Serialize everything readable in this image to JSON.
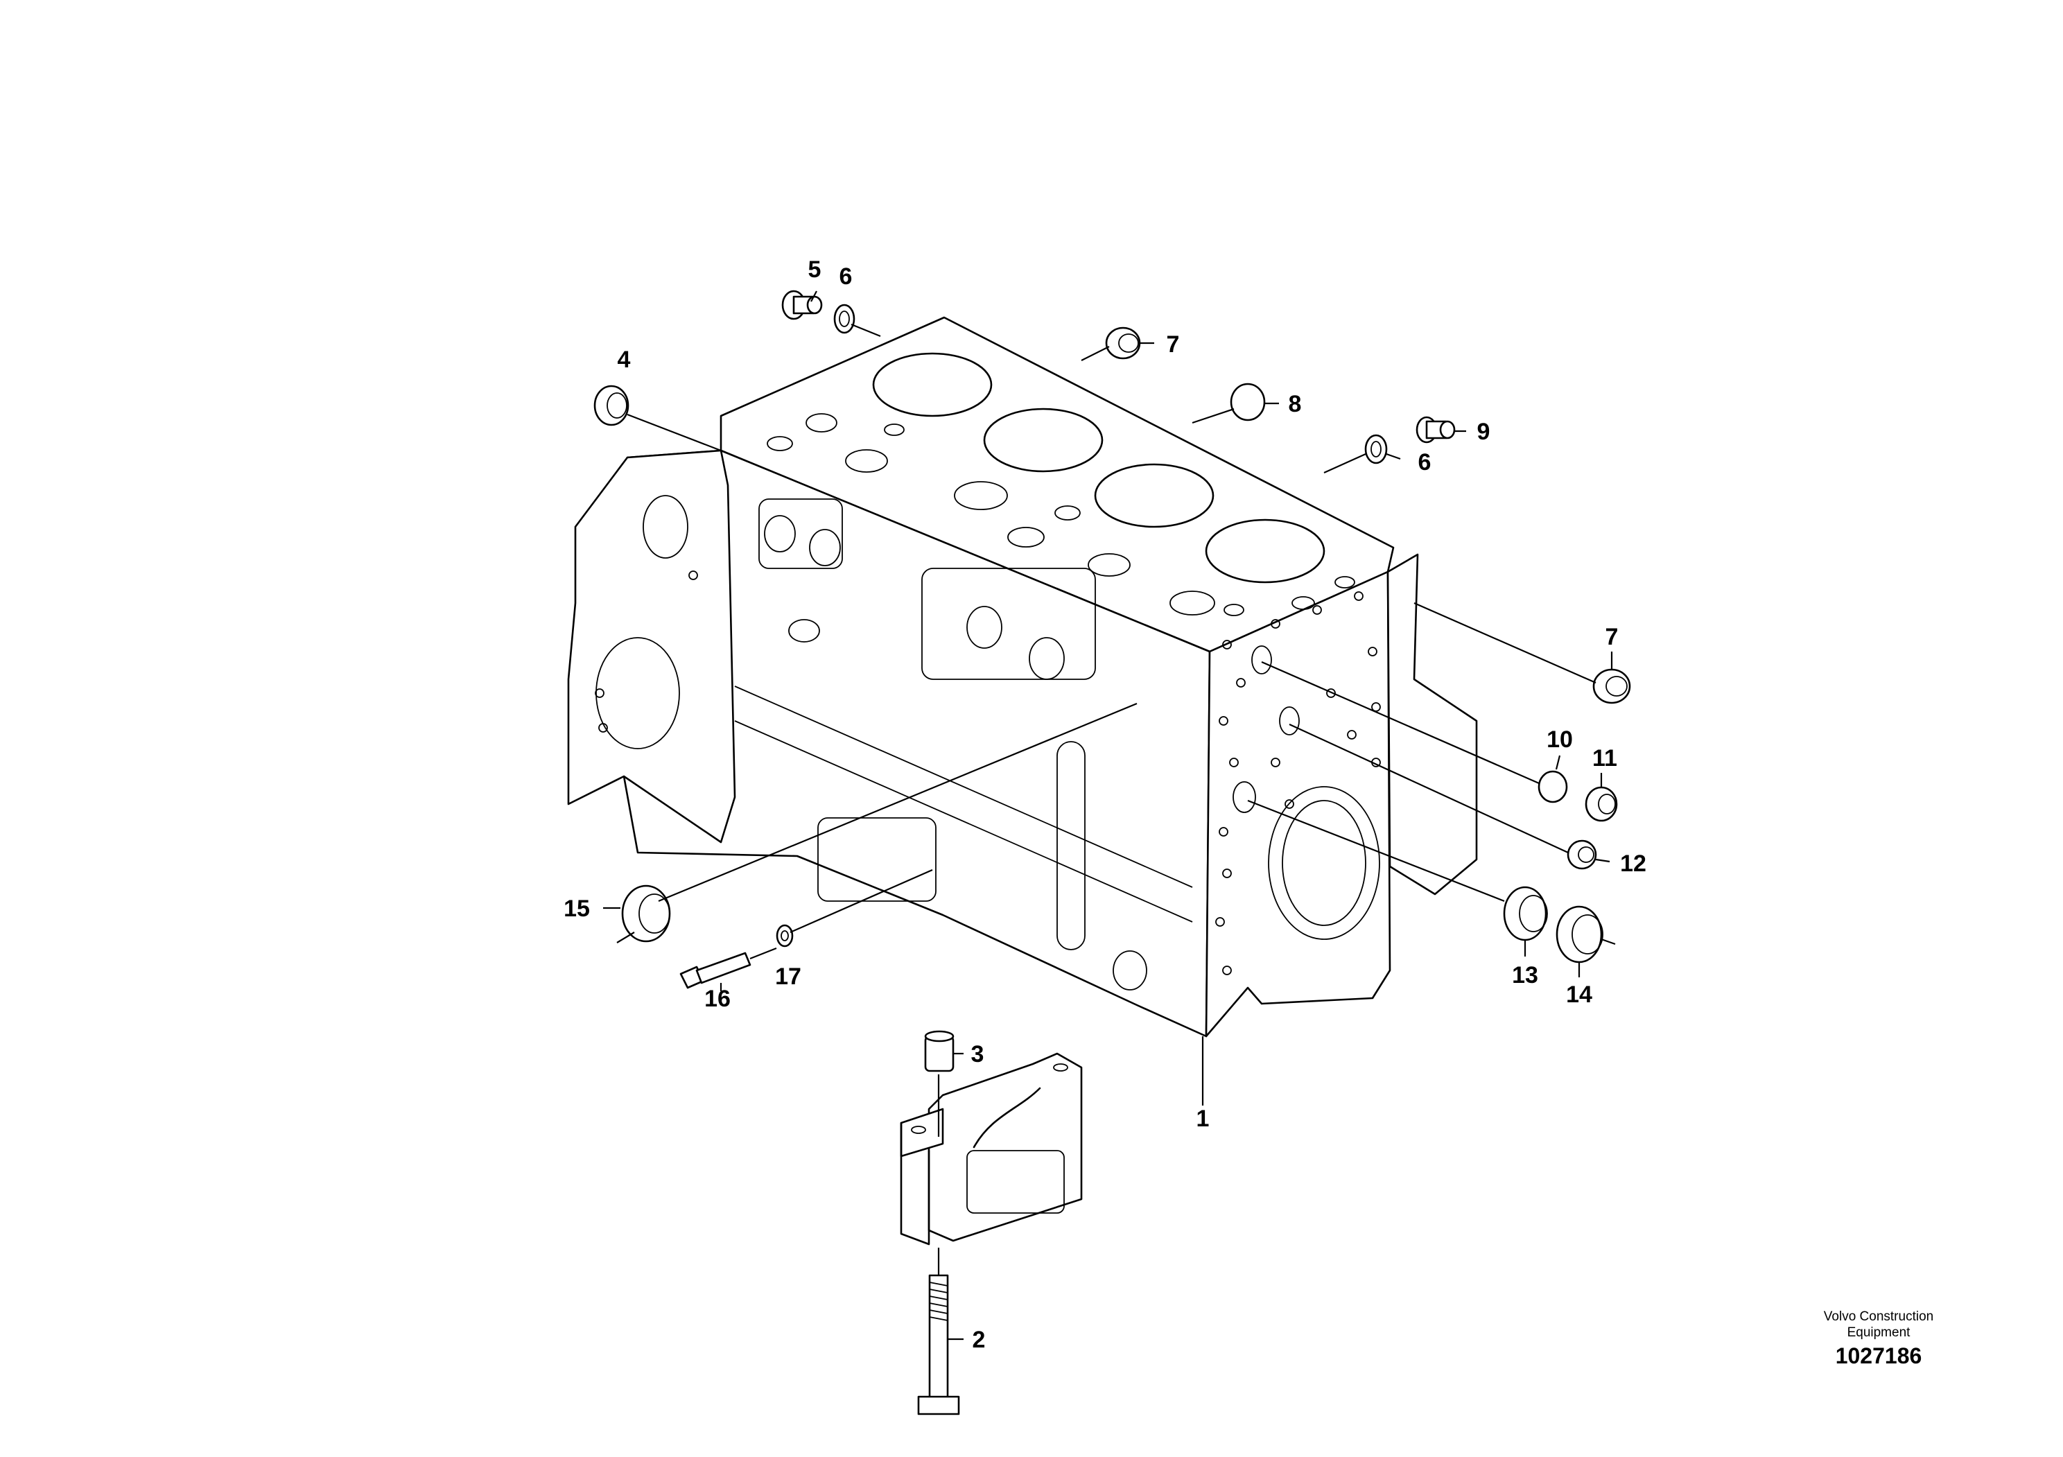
{
  "callouts": [
    {
      "id": "c1",
      "label": "1"
    },
    {
      "id": "c2",
      "label": "2"
    },
    {
      "id": "c3",
      "label": "3"
    },
    {
      "id": "c4",
      "label": "4"
    },
    {
      "id": "c5",
      "label": "5"
    },
    {
      "id": "c6a",
      "label": "6"
    },
    {
      "id": "c6b",
      "label": "6"
    },
    {
      "id": "c7a",
      "label": "7"
    },
    {
      "id": "c7b",
      "label": "7"
    },
    {
      "id": "c8",
      "label": "8"
    },
    {
      "id": "c9",
      "label": "9"
    },
    {
      "id": "c10",
      "label": "10"
    },
    {
      "id": "c11",
      "label": "11"
    },
    {
      "id": "c12",
      "label": "12"
    },
    {
      "id": "c13",
      "label": "13"
    },
    {
      "id": "c14",
      "label": "14"
    },
    {
      "id": "c15",
      "label": "15"
    },
    {
      "id": "c16",
      "label": "16"
    },
    {
      "id": "c17",
      "label": "17"
    }
  ],
  "publisher": {
    "line1": "Volvo Construction",
    "line2": "Equipment"
  },
  "document_number": "1027186"
}
